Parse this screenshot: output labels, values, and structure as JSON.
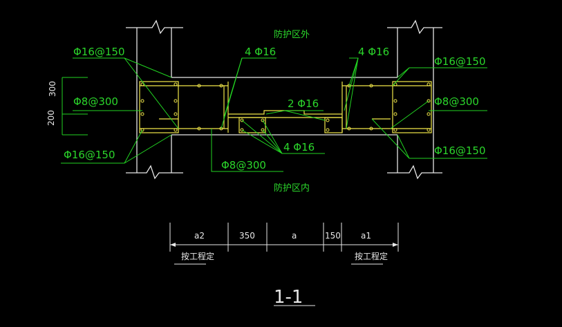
{
  "colors": {
    "background": "#000000",
    "leader": "#22d422",
    "concrete": "#e8e8e8",
    "rebar": "#f2e84a",
    "dimension": "#e8e8e8"
  },
  "labels": {
    "outside_zone": "防护区外",
    "inside_zone": "防护区内",
    "rebar_top_left": "Φ16@150",
    "rebar_top_right": "Φ16@150",
    "rebar_4phi16_top_left": "4 Φ16",
    "rebar_4phi16_top_right": "4 Φ16",
    "rebar_mid_left": "Φ8@300",
    "rebar_mid_right": "Φ8@300",
    "rebar_2phi16": "2 Φ16",
    "rebar_bottom_left": "Φ16@150",
    "rebar_bottom_right": "Φ16@150",
    "rebar_4phi16_bottom": "4 Φ16",
    "rebar_phi8_bottom": "Φ8@300"
  },
  "dimensions": {
    "vertical": [
      "300",
      "200"
    ],
    "horizontal": [
      "a2",
      "350",
      "a",
      "150",
      "a1"
    ],
    "note_left": "按工程定",
    "note_right": "按工程定"
  },
  "section_title": "1-1"
}
